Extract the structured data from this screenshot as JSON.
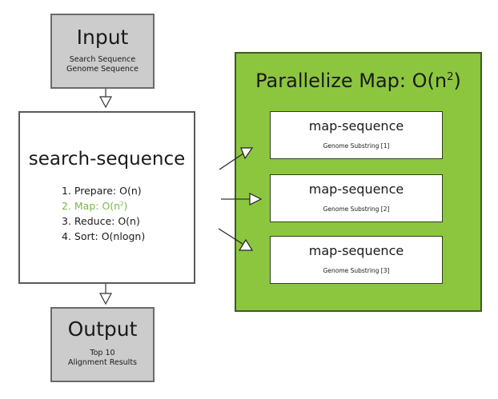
{
  "colors": {
    "panel_green": "#8cc63f",
    "highlight_green": "#7ab648",
    "gray_box": "#cccccc"
  },
  "input": {
    "title": "Input",
    "lines": [
      "Search Sequence",
      "Genome Sequence"
    ]
  },
  "process": {
    "title": "search-sequence",
    "steps": [
      {
        "prefix": "1. Prepare: O(n)",
        "sup": "",
        "suffix": "",
        "highlight": false
      },
      {
        "prefix": "2. Map: O(n",
        "sup": "2",
        "suffix": ")",
        "highlight": true
      },
      {
        "prefix": "3. Reduce: O(n)",
        "sup": "",
        "suffix": "",
        "highlight": false
      },
      {
        "prefix": "4. Sort: O(nlogn)",
        "sup": "",
        "suffix": "",
        "highlight": false
      }
    ]
  },
  "output": {
    "title": "Output",
    "lines": [
      "Top 10",
      "Alignment Results"
    ]
  },
  "parallel": {
    "title_prefix": "Parallelize Map: O(n",
    "title_sup": "2",
    "title_suffix": ")",
    "workers": [
      {
        "title": "map-sequence",
        "subtitle": "Genome Substring [1]"
      },
      {
        "title": "map-sequence",
        "subtitle": "Genome Substring [2]"
      },
      {
        "title": "map-sequence",
        "subtitle": "Genome Substring [3]"
      }
    ]
  }
}
